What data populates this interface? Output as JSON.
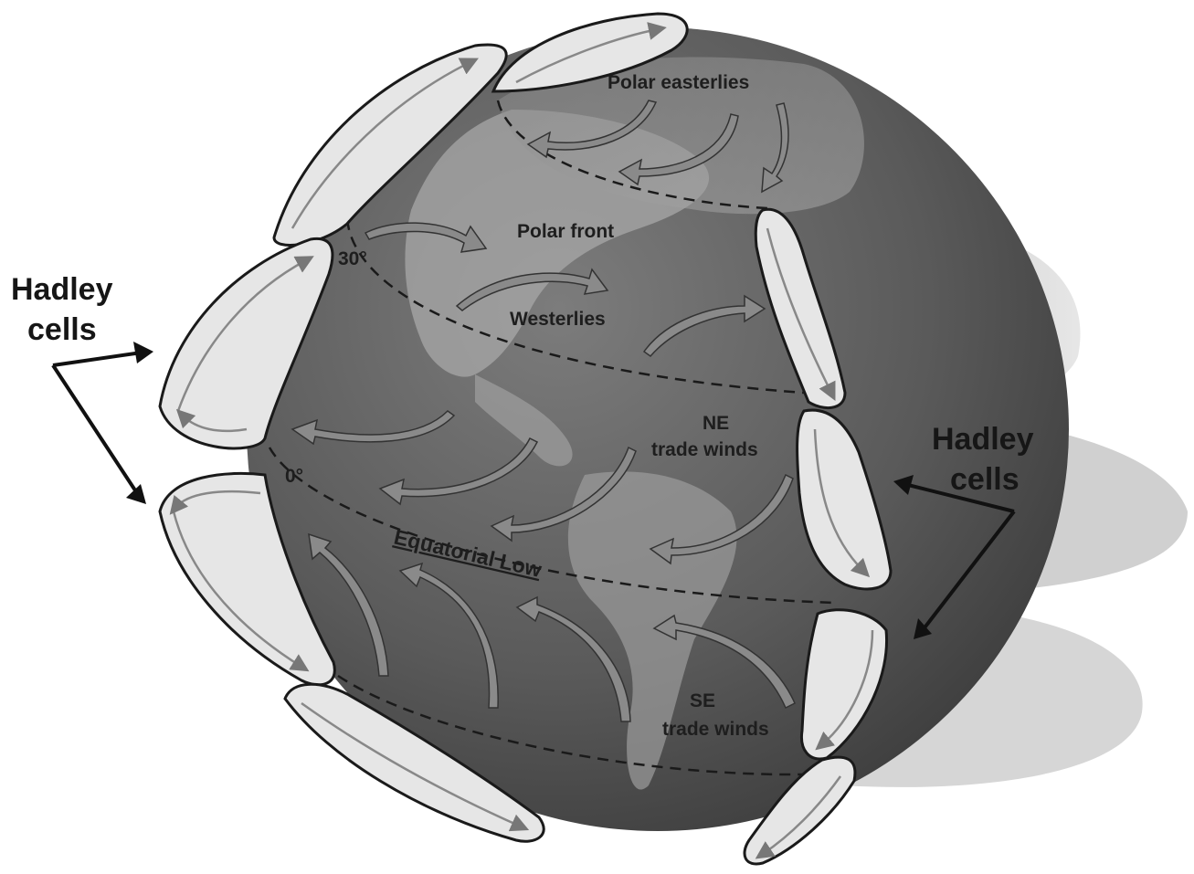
{
  "labels": {
    "polar_easterlies": "Polar easterlies",
    "polar_front": "Polar front",
    "westerlies": "Westerlies",
    "ne_trade_winds_line1": "NE",
    "ne_trade_winds_line2": "trade winds",
    "se_trade_winds_line1": "SE",
    "se_trade_winds_line2": "trade winds",
    "equatorial_low": "Equatorial Low",
    "lat_30": "30°",
    "lat_0": "0°",
    "hadley_left_line1": "Hadley",
    "hadley_left_line2": "cells",
    "hadley_right_line1": "Hadley",
    "hadley_right_line2": "cells"
  },
  "colors": {
    "globe_dark": "#4a4a4a",
    "globe_mid": "#6e6e6e",
    "land_light": "#b4b4b4",
    "cell_fill": "#e6e6e6",
    "arrow_fill": "#8a8a8a",
    "outline": "#1a1a1a"
  }
}
